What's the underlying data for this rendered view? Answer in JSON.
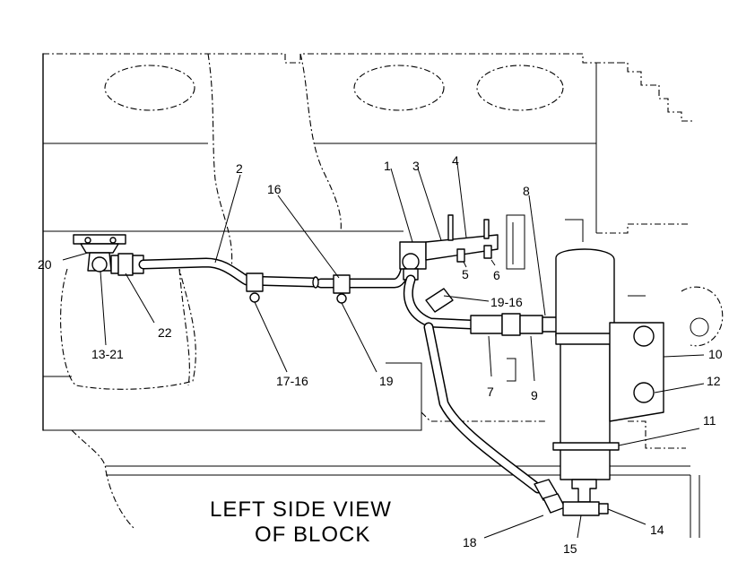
{
  "caption": {
    "line1": "LEFT SIDE VIEW",
    "line2": "OF BLOCK"
  },
  "callouts": [
    {
      "id": "c1",
      "text": "1"
    },
    {
      "id": "c2",
      "text": "2"
    },
    {
      "id": "c3",
      "text": "3"
    },
    {
      "id": "c4",
      "text": "4"
    },
    {
      "id": "c5",
      "text": "5"
    },
    {
      "id": "c6",
      "text": "6"
    },
    {
      "id": "c7",
      "text": "7"
    },
    {
      "id": "c8",
      "text": "8"
    },
    {
      "id": "c9",
      "text": "9"
    },
    {
      "id": "c10",
      "text": "10"
    },
    {
      "id": "c11",
      "text": "11"
    },
    {
      "id": "c12",
      "text": "12"
    },
    {
      "id": "c13",
      "text": "13-21"
    },
    {
      "id": "c14",
      "text": "14"
    },
    {
      "id": "c15",
      "text": "15"
    },
    {
      "id": "c16",
      "text": "16"
    },
    {
      "id": "c17",
      "text": "17-16"
    },
    {
      "id": "c18",
      "text": "18"
    },
    {
      "id": "c19",
      "text": "19"
    },
    {
      "id": "c19b",
      "text": "19-16"
    },
    {
      "id": "c20",
      "text": "20"
    },
    {
      "id": "c22",
      "text": "22"
    }
  ]
}
